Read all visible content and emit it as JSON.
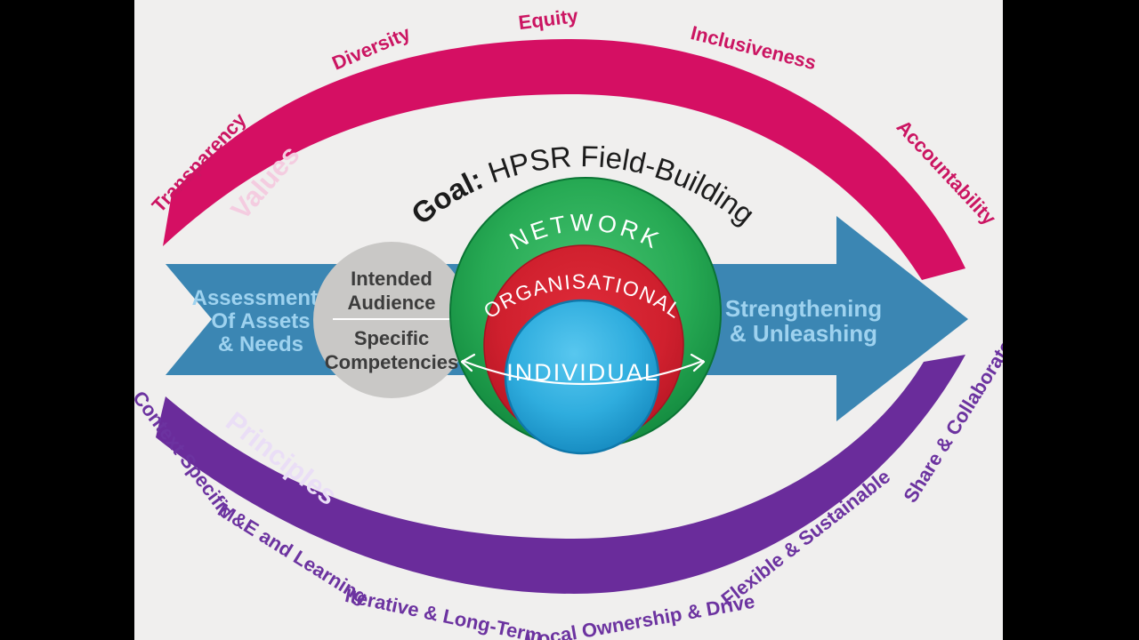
{
  "title": {
    "bold": "Goal:",
    "rest": "HPSR Field-Building"
  },
  "values_arc": {
    "label": "Values",
    "items": [
      "Transparency",
      "Diversity",
      "Equity",
      "Inclusiveness",
      "Accountability"
    ]
  },
  "principles_arc": {
    "label": "Principles",
    "items": [
      "Context Specific",
      "M&E and Learning",
      "Iterative & Long-Term",
      "Local Ownership & Drive",
      "Flexible & Sustainable",
      "Share & Collaborate"
    ]
  },
  "rings": {
    "network": {
      "label": "NETWORK"
    },
    "organisational": {
      "label": "ORGANISATIONAL"
    },
    "individual": {
      "label": "INDIVIDUAL"
    }
  },
  "flow": {
    "left_arrow": {
      "lines": [
        "Assessments",
        "Of Assets",
        "& Needs"
      ]
    },
    "audience": {
      "top": [
        "Intended",
        "Audience"
      ],
      "bottom": [
        "Specific",
        "Competencies"
      ]
    },
    "right_arrow": {
      "lines": [
        "Strengthening",
        "& Unleashing"
      ]
    }
  },
  "palette": {
    "background": "#f0efee",
    "letterbox": "#000000",
    "magenta_band": "#d50f63",
    "magenta_text": "#cb1562",
    "values_text": "#f4cce0",
    "purple_band": "#6a2c9b",
    "purple_text": "#6c33a0",
    "principles_text": "#eadef6",
    "arrow_blue": "#3b86b3",
    "arrow_text": "#9ed2ef",
    "audience_gray": "#c9c8c6",
    "audience_text": "#3c3c3c",
    "green_ring": "#23a851",
    "network_text": "#ddf3de",
    "red_ring": "#cf1f2d",
    "blue_ring": "#2fadde",
    "title_text": "#1c1c1c"
  }
}
